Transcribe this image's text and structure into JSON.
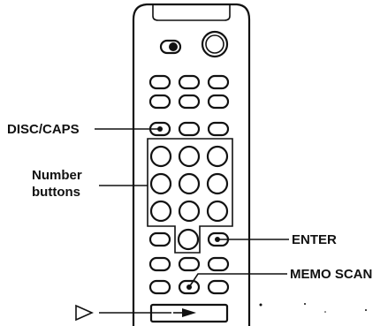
{
  "labels": {
    "disc_caps": "DISC/CAPS",
    "number_line1": "Number",
    "number_line2": "buttons",
    "enter": "ENTER",
    "memo_scan": "MEMO SCAN"
  },
  "icons": {
    "play_arrow": "play-outline-icon"
  },
  "colors": {
    "ink": "#111111",
    "paper": "#ffffff"
  }
}
